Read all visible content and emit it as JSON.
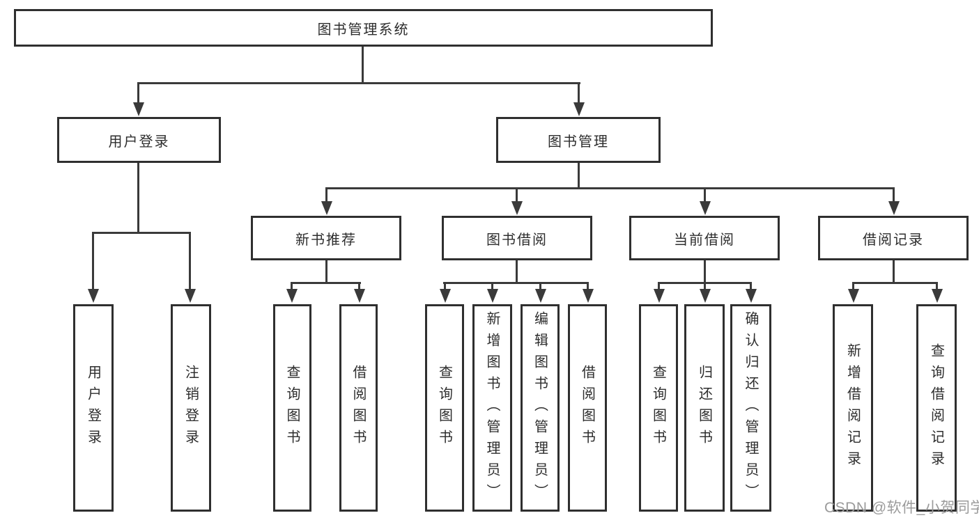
{
  "title": "图书管理系统",
  "tree": {
    "root": {
      "label": "图书管理系统"
    },
    "branches": [
      {
        "label": "用户登录",
        "children": [
          {
            "label": "用户登录"
          },
          {
            "label": "注销登录"
          }
        ]
      },
      {
        "label": "图书管理",
        "children": [
          {
            "label": "新书推荐",
            "children": [
              {
                "label": "查询图书"
              },
              {
                "label": "借阅图书"
              }
            ]
          },
          {
            "label": "图书借阅",
            "children": [
              {
                "label": "查询图书"
              },
              {
                "label": "新增图书（管理员）"
              },
              {
                "label": "编辑图书（管理员）"
              },
              {
                "label": "借阅图书"
              }
            ]
          },
          {
            "label": "当前借阅",
            "children": [
              {
                "label": "查询图书"
              },
              {
                "label": "归还图书"
              },
              {
                "label": "确认归还（管理员）"
              }
            ]
          },
          {
            "label": "借阅记录",
            "children": [
              {
                "label": "新增借阅记录"
              },
              {
                "label": "查询借阅记录"
              }
            ]
          }
        ]
      }
    ]
  },
  "watermark": {
    "text": "CSDN @软件_小贺同学"
  },
  "colors": {
    "line": "#3a3a3a",
    "border": "#2f2f2f",
    "text": "#2d2d2d",
    "watermark": "#9b9b9b",
    "background": "#ffffff"
  }
}
